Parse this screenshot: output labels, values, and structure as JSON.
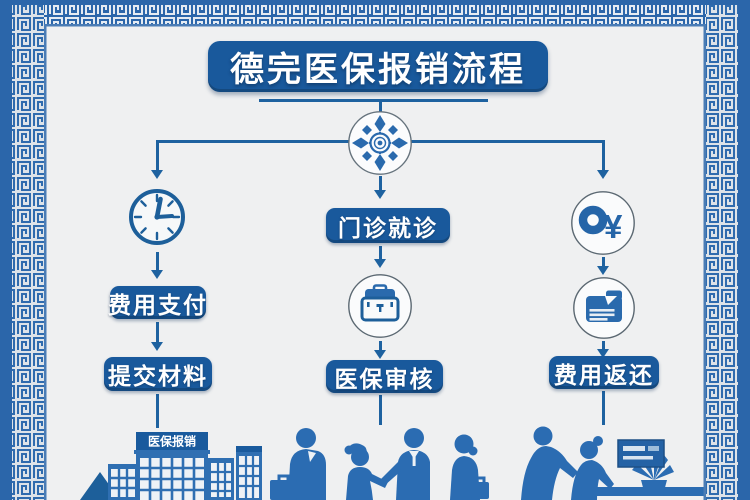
{
  "title": "德完医保报销流程",
  "currency_symbol": "¥",
  "colors": {
    "box_blue": "#19599c",
    "line_blue": "#1e62a0",
    "silhouette_blue": "#2f6fb2",
    "border_blue": "#2b66aa",
    "background": "#eff0f1"
  },
  "center_icon": "snowflake-medallion",
  "columns": {
    "left": {
      "top_icon": "clock",
      "steps": [
        {
          "label": "费用支付"
        },
        {
          "label": "提交材料"
        }
      ],
      "illustration": "insurance-building",
      "building_sign": "医保报销"
    },
    "middle": {
      "steps": [
        {
          "label": "门诊就诊"
        },
        {
          "label": "医保审核"
        }
      ],
      "mid_icon": "medical-kit",
      "illustration": "patients-group"
    },
    "right": {
      "top_icon": "coin-yuan",
      "mid_icon": "wallet",
      "steps": [
        {
          "label": "费用返还"
        }
      ],
      "illustration": "service-counter"
    }
  }
}
